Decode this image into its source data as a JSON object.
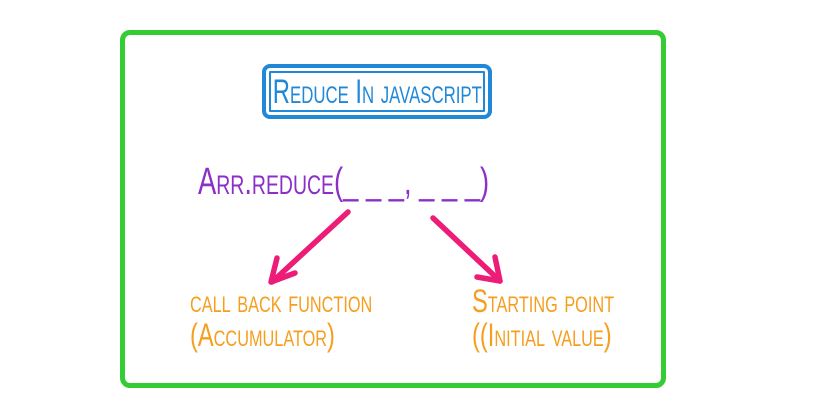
{
  "diagram": {
    "title": "Reduce In javascript",
    "code_expression": "Arr.reduce(_ _ _, _ _ _)",
    "callback_label": {
      "line1": "call back function",
      "line2": "(Accumulator)"
    },
    "starting_point_label": {
      "line1": "Starting point",
      "line2": "((Initial value)"
    }
  },
  "colors": {
    "frame_green": "#33cc33",
    "title_blue": "#2188d8",
    "code_purple": "#8b2fc9",
    "arrow_pink": "#ec1c77",
    "label_orange": "#f59e1f"
  }
}
